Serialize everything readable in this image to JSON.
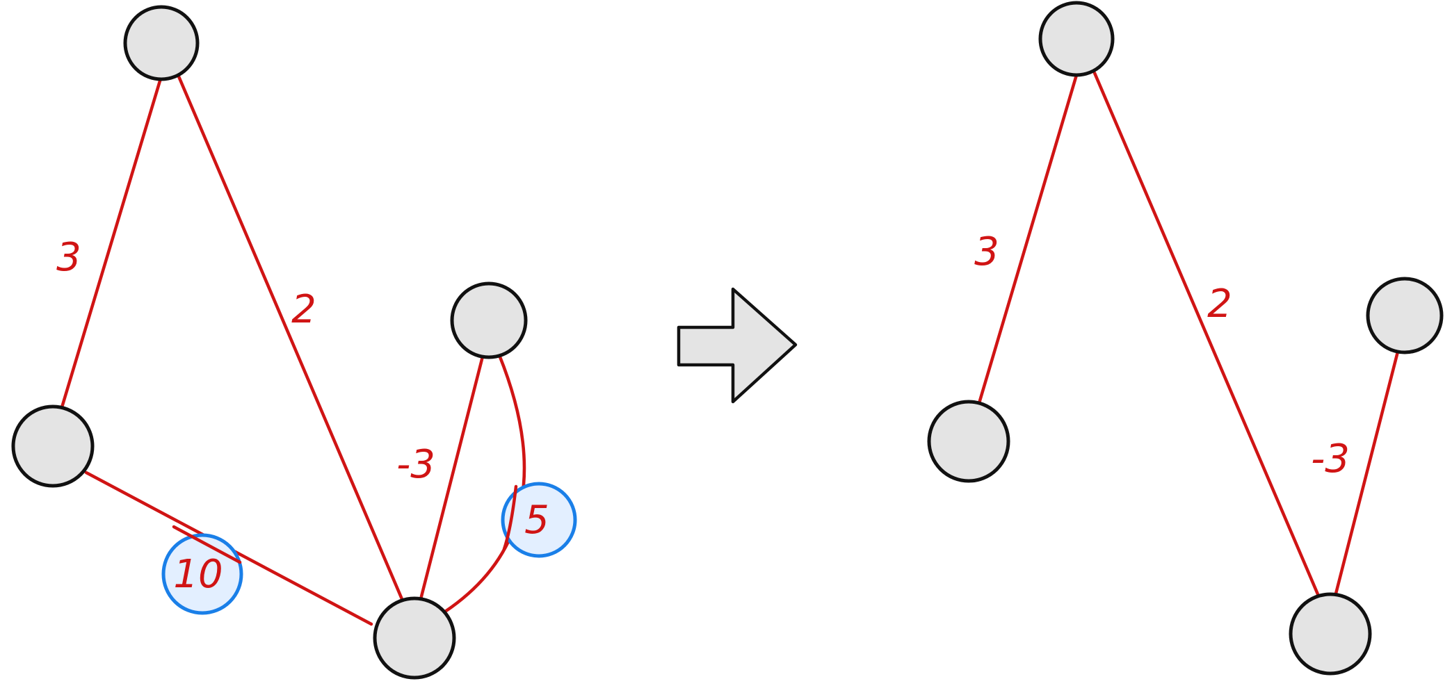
{
  "colors": {
    "edge": "#d01414",
    "node_fill": "#e4e4e4",
    "node_stroke": "#111111",
    "highlight_fill": "#e3efff",
    "highlight_stroke": "#1a7fe8"
  },
  "before_graph": {
    "edges": [
      {
        "id": "top-left",
        "weight": "3",
        "removed": false
      },
      {
        "id": "top-bottom",
        "weight": "2",
        "removed": false
      },
      {
        "id": "right-bottom-straight",
        "weight": "-3",
        "removed": false
      },
      {
        "id": "right-bottom-curved",
        "weight": "5",
        "removed": true
      },
      {
        "id": "left-bottom",
        "weight": "10",
        "removed": true
      }
    ]
  },
  "after_graph": {
    "edges": [
      {
        "id": "top-left",
        "weight": "3"
      },
      {
        "id": "top-bottom",
        "weight": "2"
      },
      {
        "id": "right-bottom",
        "weight": "-3"
      }
    ]
  },
  "arrow_icon": "right-arrow-icon"
}
